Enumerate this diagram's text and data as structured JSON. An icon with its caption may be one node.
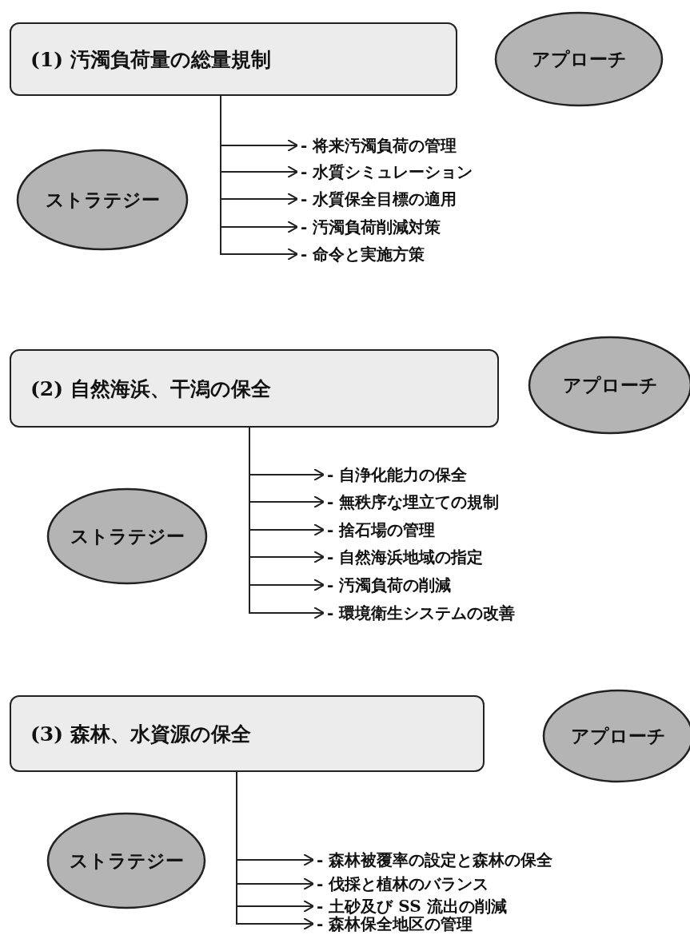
{
  "diagram": {
    "nodes": [
      {
        "text": [
          "(1) 汚濁負荷量の総量規制"
        ]
      },
      {
        "text": [
          "アプローチ"
        ]
      },
      {
        "text": [
          "ストラテジー"
        ]
      },
      {
        "text": [
          "- 将来汚濁負荷の管理"
        ]
      },
      {
        "text": [
          "- 水質シミュレーション"
        ]
      },
      {
        "text": [
          "- 水質保全目標の適用"
        ]
      },
      {
        "text": [
          "- 汚濁負荷削減対策"
        ]
      },
      {
        "text": [
          "- 命令と実施方策"
        ]
      },
      {
        "text": [
          "(2) 自然海浜、干潟の保全"
        ]
      },
      {
        "text": [
          "アプローチ"
        ]
      },
      {
        "text": [
          "ストラテジー"
        ]
      },
      {
        "text": [
          "- 自浄化能力の保全"
        ]
      },
      {
        "text": [
          "- 無秩序な埋立ての規制"
        ]
      },
      {
        "text": [
          "- 捨石場の管理"
        ]
      },
      {
        "text": [
          "- 自然海浜地域の指定"
        ]
      },
      {
        "text": [
          "- 汚濁負荷の削減"
        ]
      },
      {
        "text": [
          "- 環境衛生システムの改善"
        ]
      },
      {
        "text": [
          "(3) 森林、水資源の保全"
        ]
      },
      {
        "text": [
          "アプローチ"
        ]
      },
      {
        "text": [
          "ストラテジー"
        ]
      },
      {
        "text": [
          "- 森林被覆率の設定と森林の保全"
        ]
      },
      {
        "text": [
          "- 伐採と植林のバランス"
        ]
      },
      {
        "text": [
          "- 土砂及び SS 流出の削減"
        ]
      },
      {
        "text": [
          "- 森林保全地区の管理"
        ]
      }
    ],
    "edges": [
      {
        "from": 0,
        "to": 3,
        "arrow": "to"
      },
      {
        "from": 0,
        "to": 4,
        "arrow": "to"
      },
      {
        "from": 0,
        "to": 5,
        "arrow": "to"
      },
      {
        "from": 0,
        "to": 6,
        "arrow": "to"
      },
      {
        "from": 0,
        "to": 7,
        "arrow": "to"
      },
      {
        "from": 8,
        "to": 11,
        "arrow": "to"
      },
      {
        "from": 8,
        "to": 12,
        "arrow": "to"
      },
      {
        "from": 8,
        "to": 13,
        "arrow": "to"
      },
      {
        "from": 8,
        "to": 14,
        "arrow": "to"
      },
      {
        "from": 8,
        "to": 15,
        "arrow": "to"
      },
      {
        "from": 8,
        "to": 16,
        "arrow": "to"
      },
      {
        "from": 17,
        "to": 20,
        "arrow": "to"
      },
      {
        "from": 17,
        "to": 21,
        "arrow": "to"
      },
      {
        "from": 17,
        "to": 22,
        "arrow": "to"
      },
      {
        "from": 17,
        "to": 23,
        "arrow": "to"
      }
    ]
  }
}
